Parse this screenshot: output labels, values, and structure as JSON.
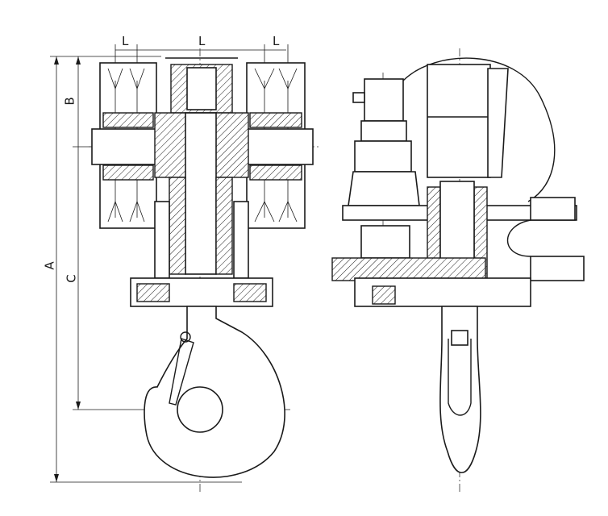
{
  "dimensions": {
    "left_sheave_pitch": "L",
    "center_sheave_spacing": "L",
    "right_sheave_pitch": "L",
    "sheave_height": "B",
    "overall_height": "A",
    "hook_height": "C"
  },
  "colors": {
    "line": "#1a1a1a",
    "background": "#ffffff"
  }
}
